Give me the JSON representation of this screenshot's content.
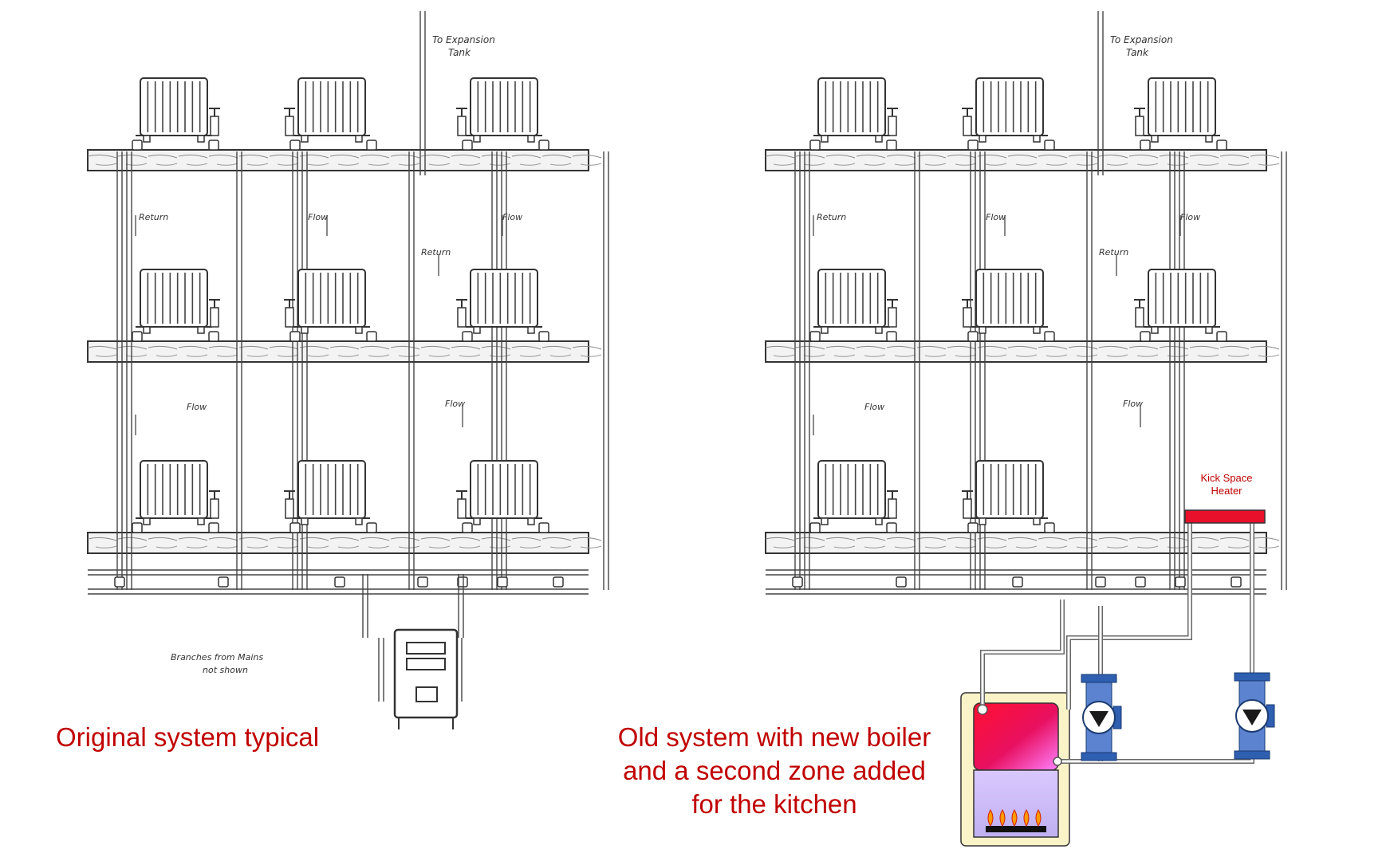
{
  "diagram": {
    "left_caption": "Original system typical",
    "right_caption_lines": [
      "Old system with new boiler",
      "and a second zone added",
      "for the kitchen"
    ],
    "kick_space_label": [
      "Kick Space",
      "Heater"
    ],
    "sketch_labels": {
      "expansion_tank": [
        "To Expansion",
        "Tank"
      ],
      "return": "Return",
      "flow": "Flow",
      "return_mid": "Return",
      "note": [
        "Branches from Mains",
        "not shown"
      ]
    }
  },
  "colors": {
    "caption": "#c00000",
    "boiler_red": "#e8102a",
    "boiler_panel": "#fbf3c8",
    "pump_blue": "#2f5fb0",
    "flame": "#ff9a00"
  },
  "icons": [
    "radiator-icon",
    "boiler-icon",
    "circulator-pump-icon",
    "burner-flame-icon",
    "valve-icon"
  ]
}
